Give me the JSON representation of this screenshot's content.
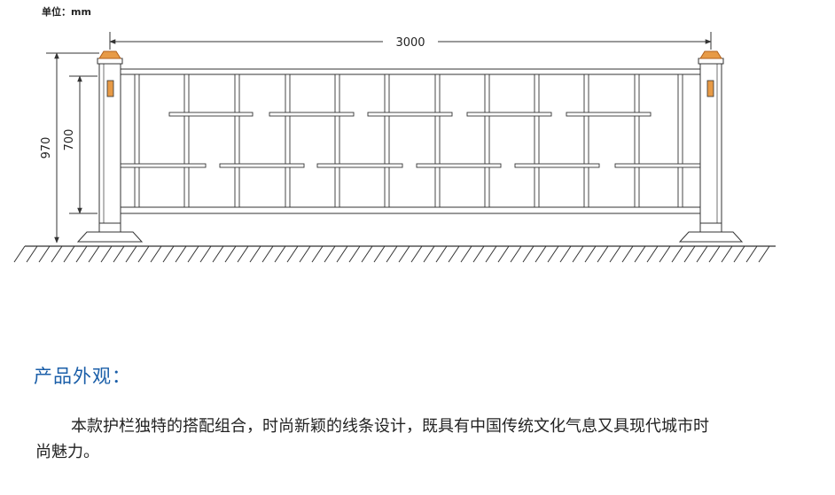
{
  "unit_label": "单位：mm",
  "dimensions": {
    "width": "3000",
    "total_height": "970",
    "panel_height": "700"
  },
  "colors": {
    "post_cap": "#e79a46",
    "post_cap_dark": "#b0601e",
    "heading": "#1a5ea8",
    "line": "#333333"
  },
  "section": {
    "heading": "产品外观：",
    "description": "本款护栏独特的搭配组合，时尚新颖的线条设计，既具有中国传统文化气息又具现代城市时尚魅力。"
  }
}
